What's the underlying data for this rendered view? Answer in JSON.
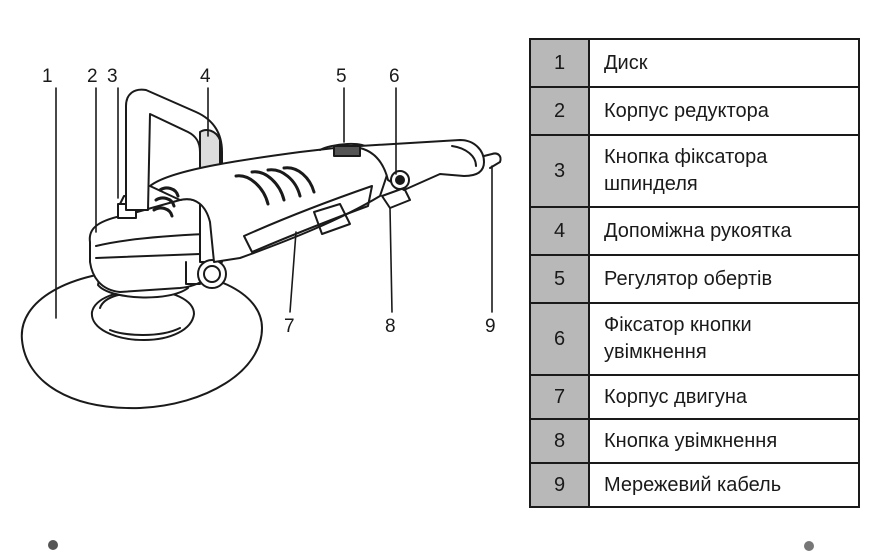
{
  "diagram": {
    "callouts": [
      "1",
      "2",
      "3",
      "4",
      "5",
      "6",
      "7",
      "8",
      "9"
    ]
  },
  "parts": [
    {
      "num": "1",
      "label": "Диск"
    },
    {
      "num": "2",
      "label": "Корпус редуктора"
    },
    {
      "num": "3",
      "label": "Кнопка фіксатора шпинделя"
    },
    {
      "num": "4",
      "label": "Допоміжна рукоятка"
    },
    {
      "num": "5",
      "label": "Регулятор обертів"
    },
    {
      "num": "6",
      "label": "Фіксатор кнопки увімкнення"
    },
    {
      "num": "7",
      "label": "Корпус двигуна"
    },
    {
      "num": "8",
      "label": "Кнопка увімкнення"
    },
    {
      "num": "9",
      "label": "Мережевий кабель"
    }
  ]
}
